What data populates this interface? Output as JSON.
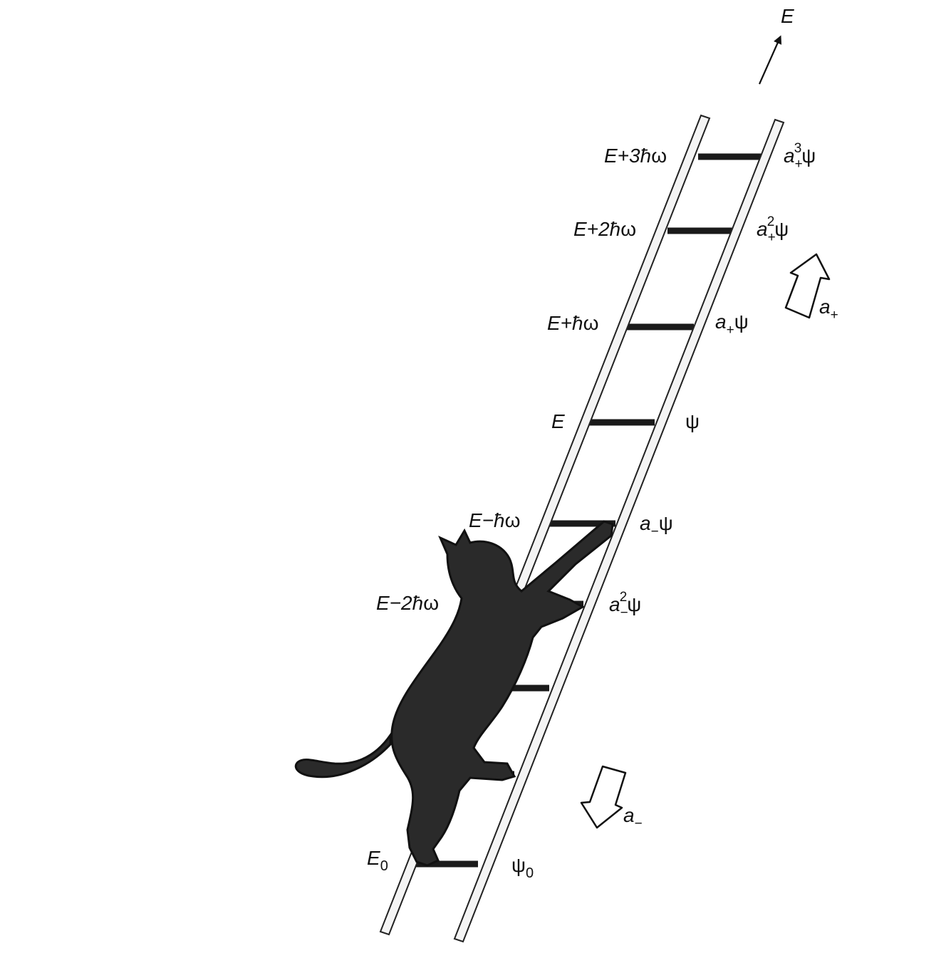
{
  "axis": {
    "label": "E"
  },
  "left_labels": {
    "e_plus_3": {
      "base": "E+3",
      "hbar": "ħ",
      "omega": "ω"
    },
    "e_plus_2": {
      "base": "E+2",
      "hbar": "ħ",
      "omega": "ω"
    },
    "e_plus_1": {
      "base": "E+",
      "hbar": "ħ",
      "omega": "ω"
    },
    "e": {
      "base": "E"
    },
    "e_minus_1": {
      "base": "E−",
      "hbar": "ħ",
      "omega": "ω"
    },
    "e_minus_2": {
      "base": "E−2",
      "hbar": "ħ",
      "omega": "ω"
    },
    "e_zero": {
      "base": "E",
      "sub": "0"
    }
  },
  "right_labels": {
    "a3": {
      "op": "a",
      "sub": "+",
      "sup": "3",
      "psi": "ψ"
    },
    "a2": {
      "op": "a",
      "sub": "+",
      "sup": "2",
      "psi": "ψ"
    },
    "a1": {
      "op": "a",
      "sub": "+",
      "psi": "ψ"
    },
    "psi": {
      "psi": "ψ"
    },
    "am1": {
      "op": "a",
      "sub": "−",
      "psi": "ψ"
    },
    "am2": {
      "op": "a",
      "sub": "−",
      "sup": "2",
      "psi": "ψ"
    },
    "psi0": {
      "psi": "ψ",
      "sub": "0"
    }
  },
  "operators": {
    "raise": {
      "op": "a",
      "sub": "+"
    },
    "lower": {
      "op": "a",
      "sub": "−"
    }
  },
  "colors": {
    "ink": "#111111",
    "rail_fill": "#f4f4f4",
    "cat_fill": "#2a2a2a"
  }
}
